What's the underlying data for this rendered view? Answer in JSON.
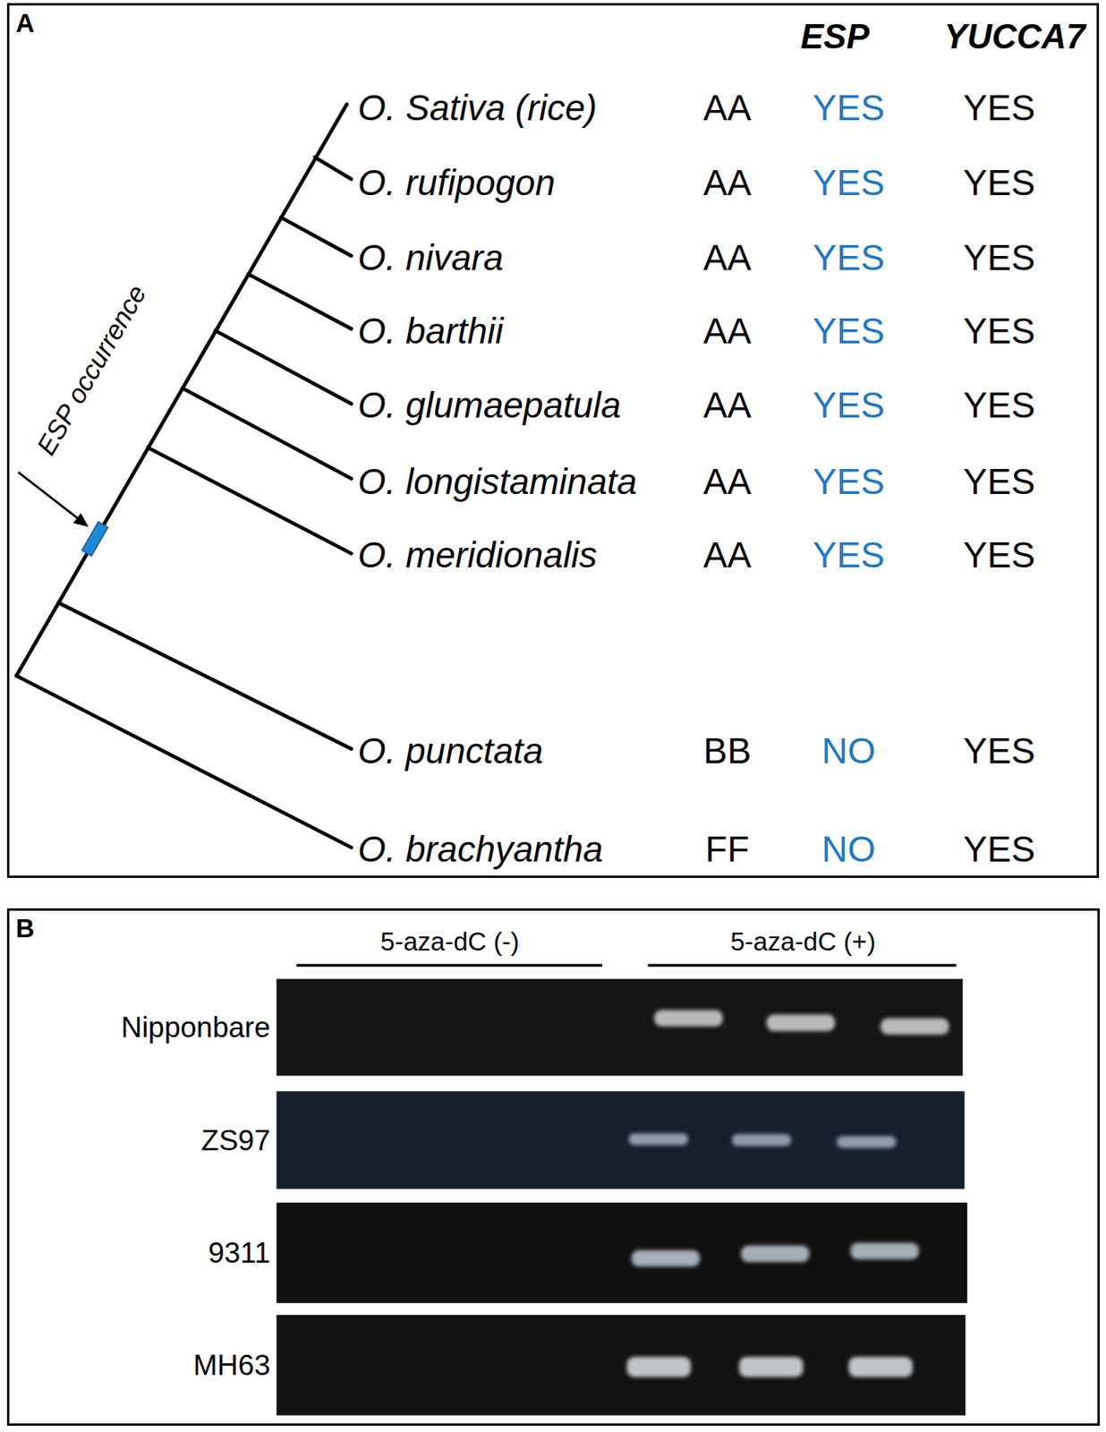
{
  "diagram": {
    "nodes": [
      {
        "text": [
          "A"
        ]
      },
      {
        "text": [
          "B"
        ]
      },
      {
        "text": [
          "Nipponbare"
        ],
        "in": 1
      },
      {
        "text": [
          "ZS97"
        ],
        "in": 1
      },
      {
        "text": [
          "9311"
        ],
        "in": 1
      },
      {
        "text": [
          "MH63"
        ],
        "in": 1
      }
    ],
    "labels": [
      "ESP",
      "YUCCA7",
      "O. Sativa (rice)",
      "AA",
      "YES",
      "YES",
      "O. rufipogon",
      "AA",
      "YES",
      "YES",
      "O. nivara",
      "AA",
      "YES",
      "YES",
      "O. barthii",
      "AA",
      "YES",
      "YES",
      "O. glumaepatula",
      "AA",
      "YES",
      "YES",
      "O. longistaminata",
      "AA",
      "YES",
      "YES",
      "O. meridionalis",
      "AA",
      "YES",
      "YES",
      "O. punctata",
      "BB",
      "NO",
      "YES",
      "O. brachyantha",
      "FF",
      "NO",
      "YES",
      "ESP occurrence",
      "5-aza-dC (-)",
      "5-aza-dC (+)"
    ]
  }
}
